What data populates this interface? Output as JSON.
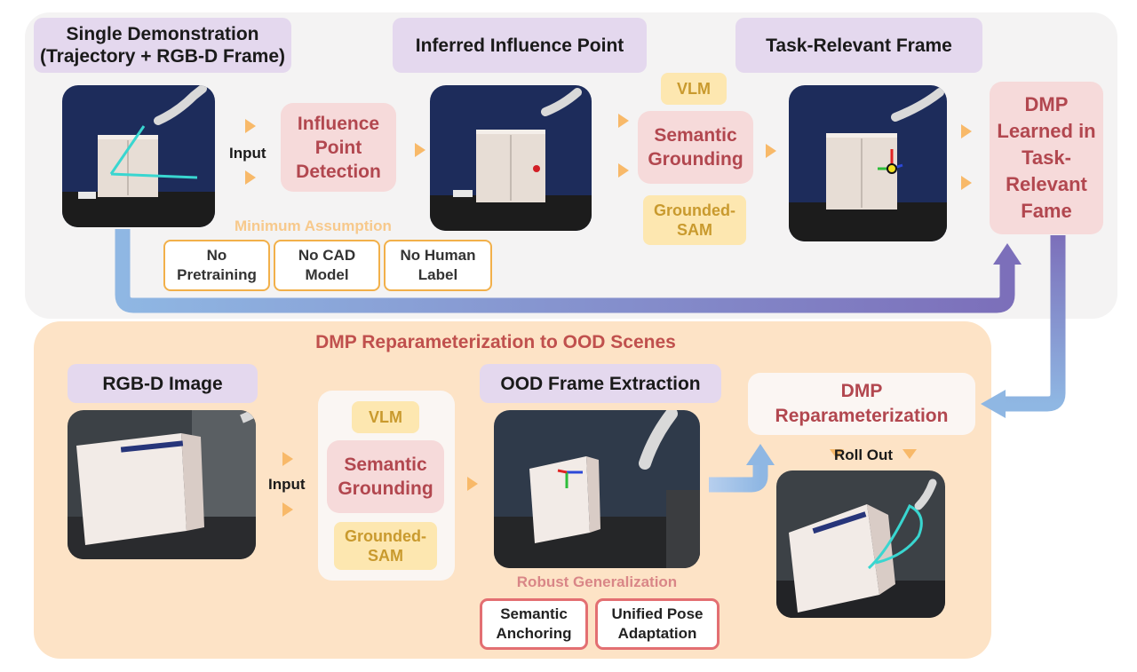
{
  "top": {
    "single_demo_title_line1": "Single Demonstration",
    "single_demo_title_line2": "(Trajectory + RGB-D Frame)",
    "inferred_title": "Inferred Influence Point",
    "task_frame_title": "Task-Relevant Frame",
    "input_label": "Input",
    "influence_line1": "Influence",
    "influence_line2": "Point",
    "influence_line3": "Detection",
    "vlm": "VLM",
    "semantic_line1": "Semantic",
    "semantic_line2": "Grounding",
    "grounded_line1": "Grounded-",
    "grounded_line2": "SAM",
    "dmp_line1": "DMP",
    "dmp_line2": "Learned in",
    "dmp_line3": "Task-",
    "dmp_line4": "Relevant",
    "dmp_line5": "Fame",
    "minimum_assumption": "Minimum Assumption",
    "assumptions": [
      {
        "line1": "No",
        "line2": "Pretraining"
      },
      {
        "line1": "No CAD",
        "line2": "Model"
      },
      {
        "line1": "No Human",
        "line2": "Label"
      }
    ]
  },
  "bottom": {
    "section_title": "DMP Reparameterization to OOD Scenes",
    "rgbd_title": "RGB-D Image",
    "input_label": "Input",
    "vlm": "VLM",
    "semantic_line1": "Semantic",
    "semantic_line2": "Grounding",
    "grounded_line1": "Grounded-",
    "grounded_line2": "SAM",
    "ood_title": "OOD Frame Extraction",
    "dmp_line1": "DMP",
    "dmp_line2": "Reparameterization",
    "roll_out": "Roll Out",
    "robust_title": "Robust Generalization",
    "robust": [
      {
        "line1": "Semantic",
        "line2": "Anchoring"
      },
      {
        "line1": "Unified Pose",
        "line2": "Adaptation"
      }
    ]
  },
  "colors": {
    "lavender": "#e4d8ee",
    "pink_box": "#f6dada",
    "pink_text": "#b2474f",
    "yellow_box": "#fde7b0",
    "orange_accent": "#f8b969",
    "peach_bg": "#fde3c6",
    "arrow_blue": "#8fb7e3",
    "arrow_purple": "#7c6fba",
    "trajectory_cyan": "#39d6d0"
  }
}
